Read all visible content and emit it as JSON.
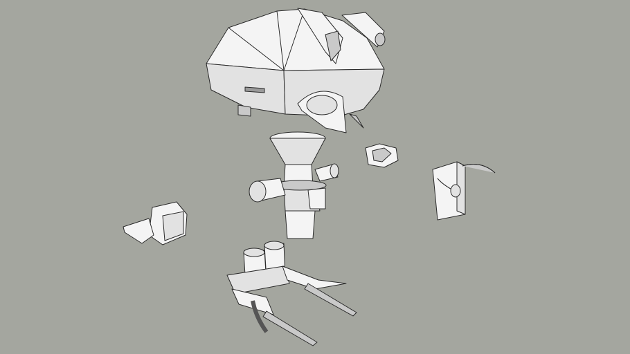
{
  "colors": {
    "background": "#a4a69f",
    "model_light": "#f4f4f4",
    "model_mid": "#e2e2e2",
    "model_shadow": "#c9c9c9",
    "edges": "#2a2a2a"
  },
  "scene": {
    "parts": [
      "head-dome",
      "funnel-neck",
      "ring-collar",
      "hose-bracket",
      "gun-pod",
      "twin-gun-mount"
    ]
  }
}
